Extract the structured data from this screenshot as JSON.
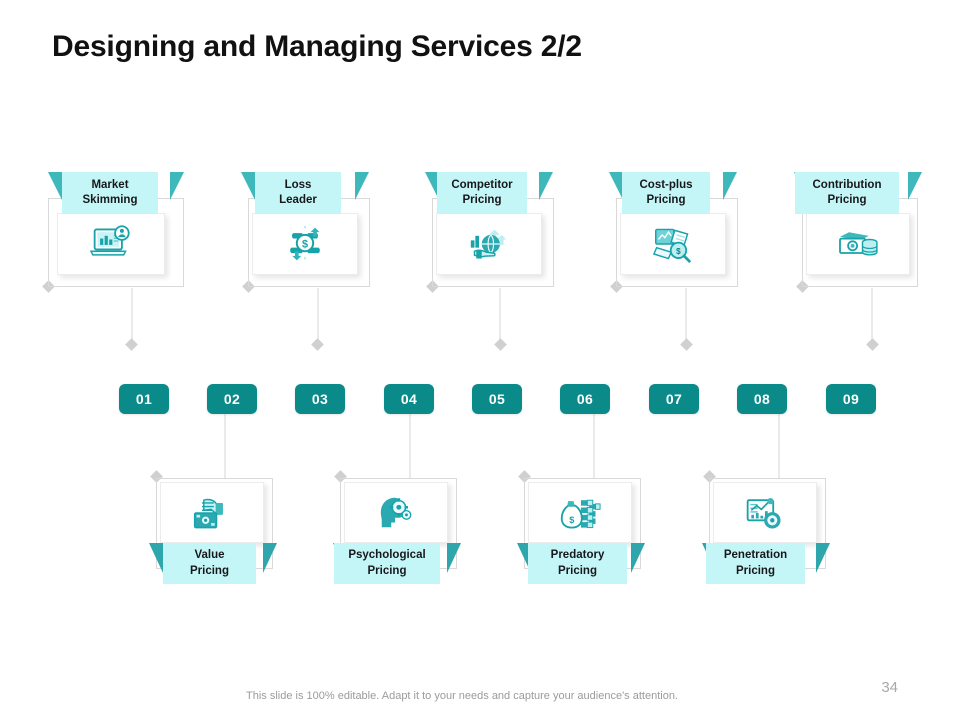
{
  "slide": {
    "title": "Designing and Managing Services 2/2",
    "page_number": "34",
    "footer_note": "This slide is 100% editable. Adapt it to your needs and capture your audience's attention.",
    "colors": {
      "banner_fill": "#c5f6f7",
      "tail_teal": "#3fb8bb",
      "badge_teal": "#0b8a8a",
      "icon_teal": "#21a6ac",
      "title_text": "#111111",
      "footer_text": "#9b9b9b",
      "frame_line": "#d9d9d9"
    }
  },
  "top_cards": [
    {
      "line1": "Market",
      "line2": "Skimming",
      "icon": "laptop-analytics-user-icon"
    },
    {
      "line1": "Loss",
      "line2": "Leader",
      "icon": "dollar-exchange-arrows-icon"
    },
    {
      "line1": "Competitor",
      "line2": "Pricing",
      "icon": "hand-globe-growth-icon"
    },
    {
      "line1": "Cost-plus",
      "line2": "Pricing",
      "icon": "documents-magnifier-dollar-icon"
    },
    {
      "line1": "Contribution",
      "line2": "Pricing",
      "icon": "cash-coins-icon"
    }
  ],
  "badges": [
    {
      "label": "01"
    },
    {
      "label": "02"
    },
    {
      "label": "03"
    },
    {
      "label": "04"
    },
    {
      "label": "05"
    },
    {
      "label": "06"
    },
    {
      "label": "07"
    },
    {
      "label": "08"
    },
    {
      "label": "09"
    }
  ],
  "bottom_cards": [
    {
      "line1": "Value",
      "line2": "Pricing",
      "icon": "hand-money-card-icon"
    },
    {
      "line1": "Psychological",
      "line2": "Pricing",
      "icon": "head-gears-icon"
    },
    {
      "line1": "Predatory",
      "line2": "Pricing",
      "icon": "money-bag-stacks-icon"
    },
    {
      "line1": "Penetration",
      "line2": "Pricing",
      "icon": "chart-target-growth-icon"
    }
  ]
}
